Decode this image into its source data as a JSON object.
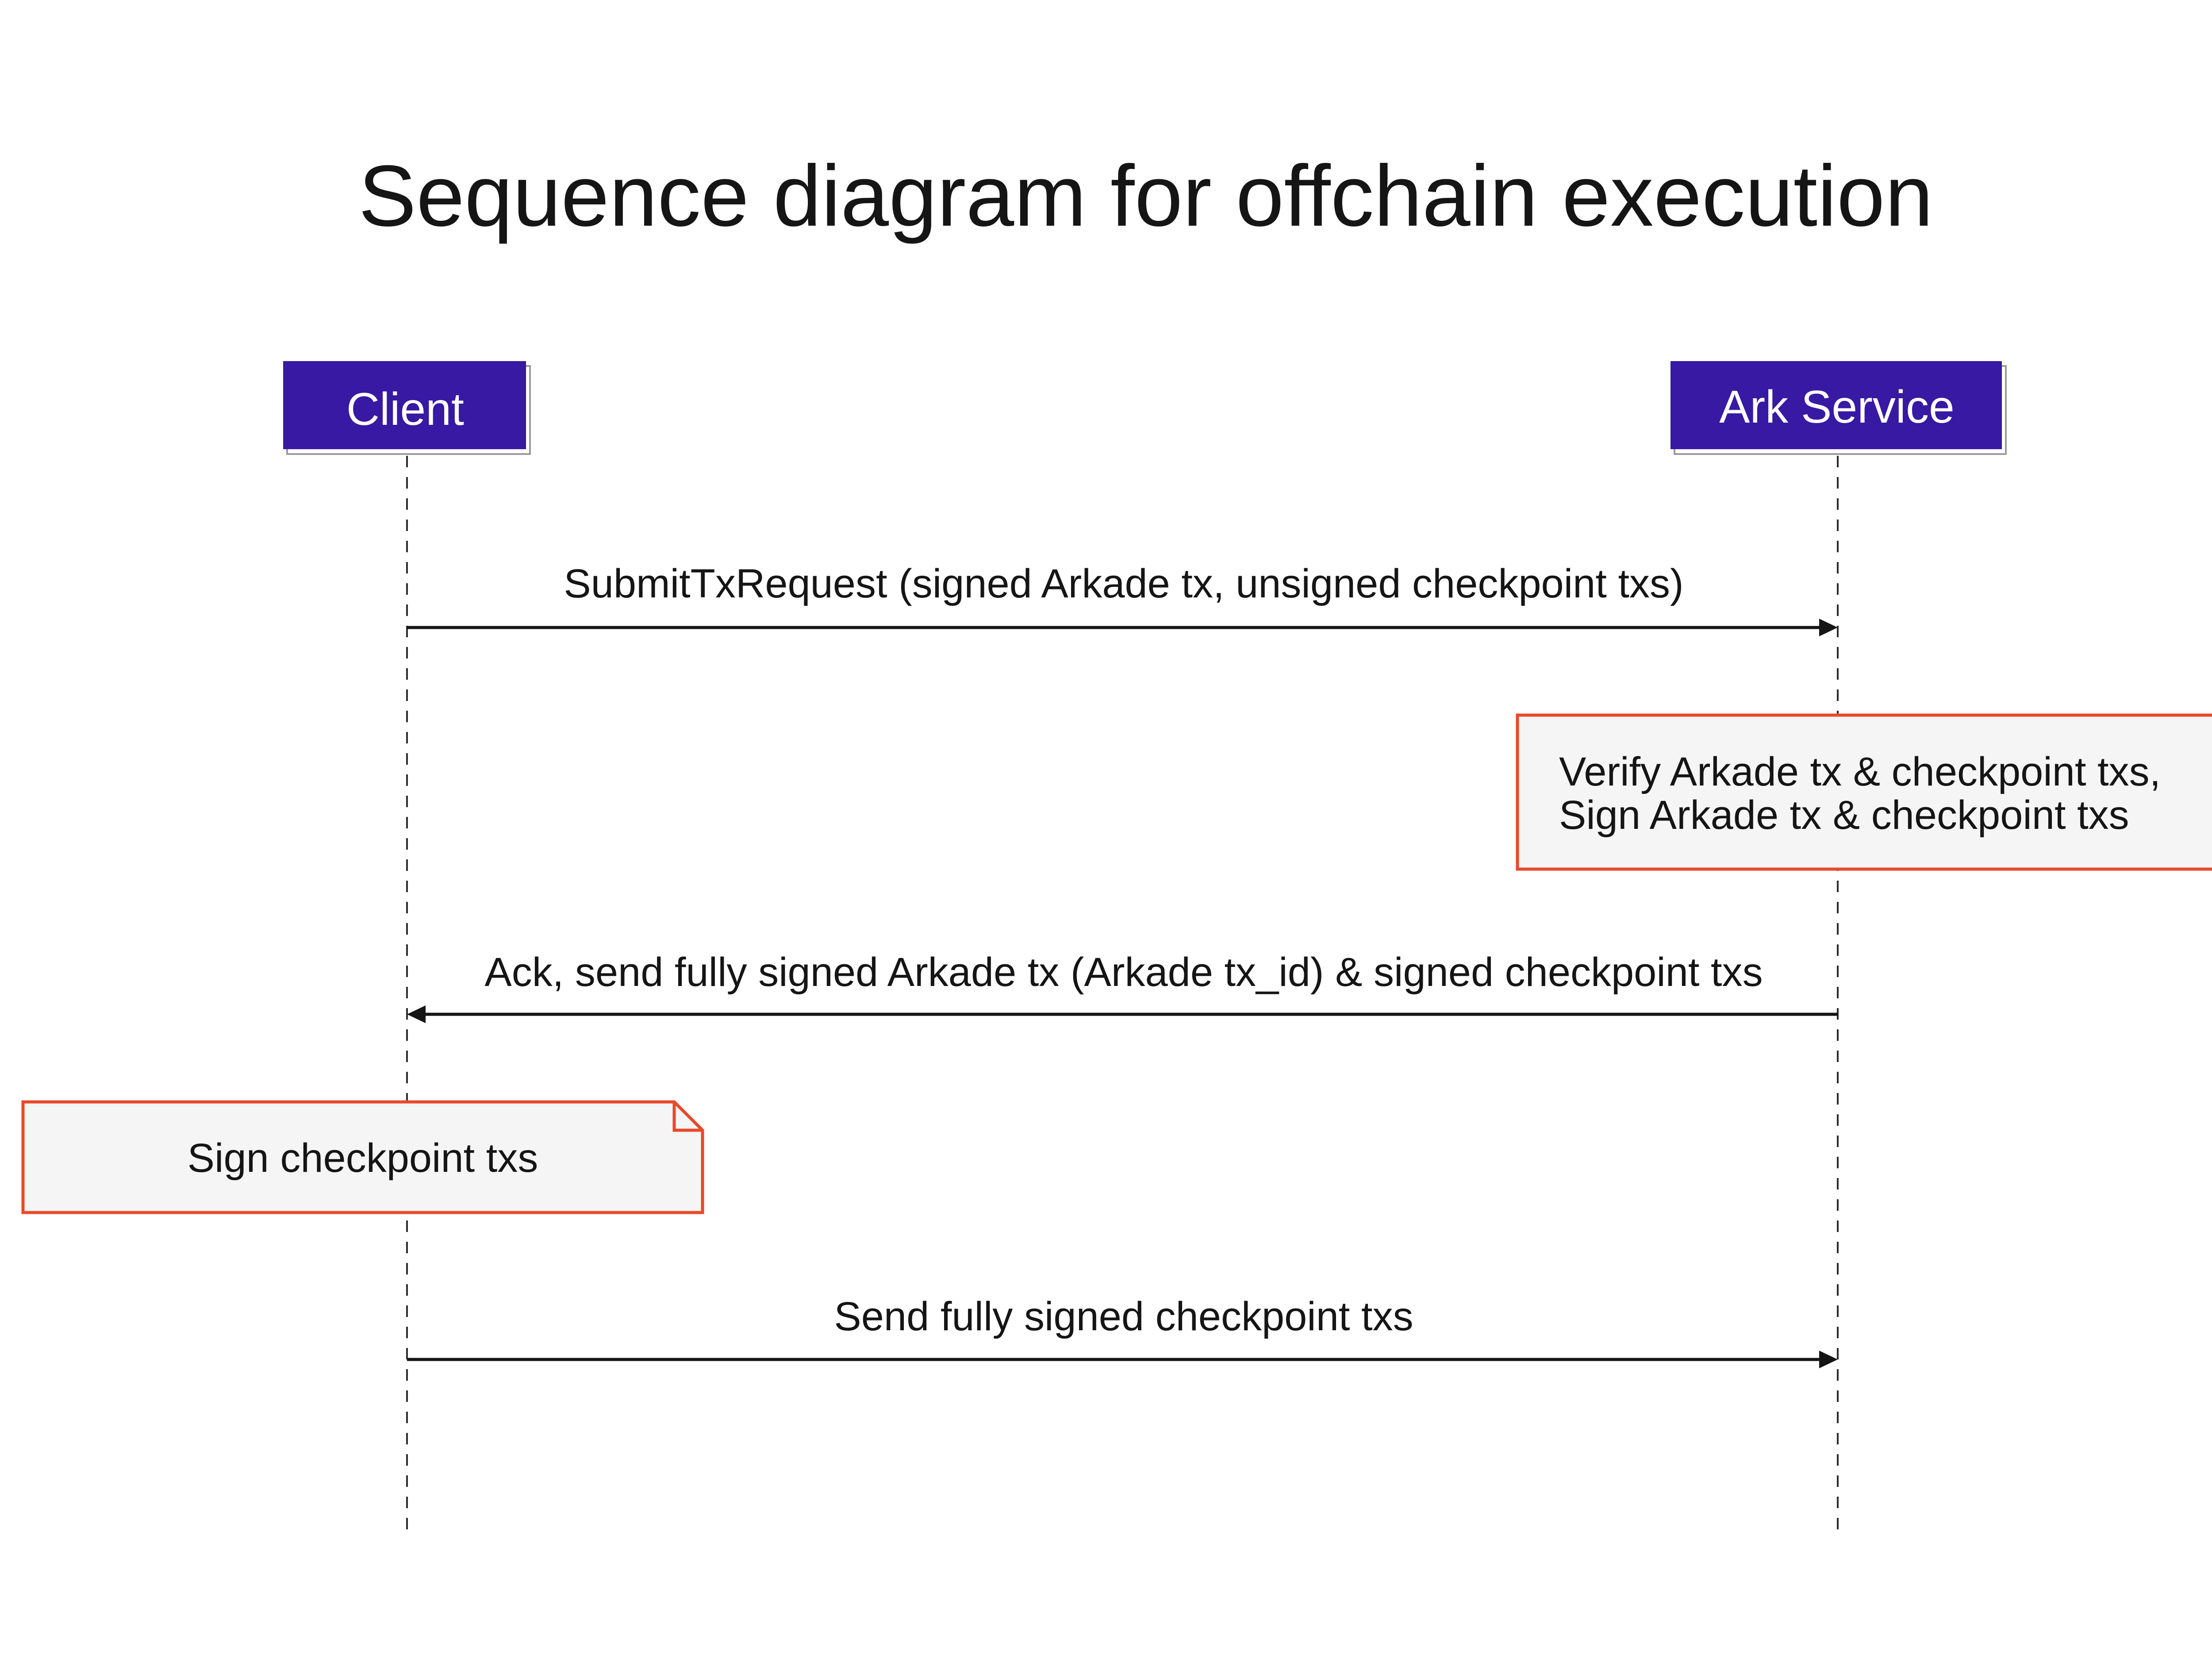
{
  "title": "Sequence diagram for offchain execution",
  "colors": {
    "actor_fill": "#3719a3",
    "actor_text": "#ffffff",
    "note_border": "#e8492a",
    "note_fill": "#f5f5f5",
    "line": "#151515"
  },
  "actors": [
    {
      "id": "client",
      "label": "Client"
    },
    {
      "id": "ark",
      "label": "Ark Service"
    }
  ],
  "messages": [
    {
      "from": "client",
      "to": "ark",
      "label": "SubmitTxRequest (signed Arkade tx, unsigned checkpoint txs)"
    },
    {
      "from": "ark",
      "to": "client",
      "label": "Ack, send fully signed Arkade tx (Arkade tx_id) & signed checkpoint txs"
    },
    {
      "from": "client",
      "to": "ark",
      "label": "Send fully signed checkpoint txs"
    }
  ],
  "notes": [
    {
      "over": "ark",
      "lines": [
        "Verify Arkade tx & checkpoint txs,",
        "Sign Arkade tx & checkpoint txs"
      ]
    },
    {
      "over": "client",
      "lines": [
        "Sign checkpoint txs"
      ]
    }
  ]
}
